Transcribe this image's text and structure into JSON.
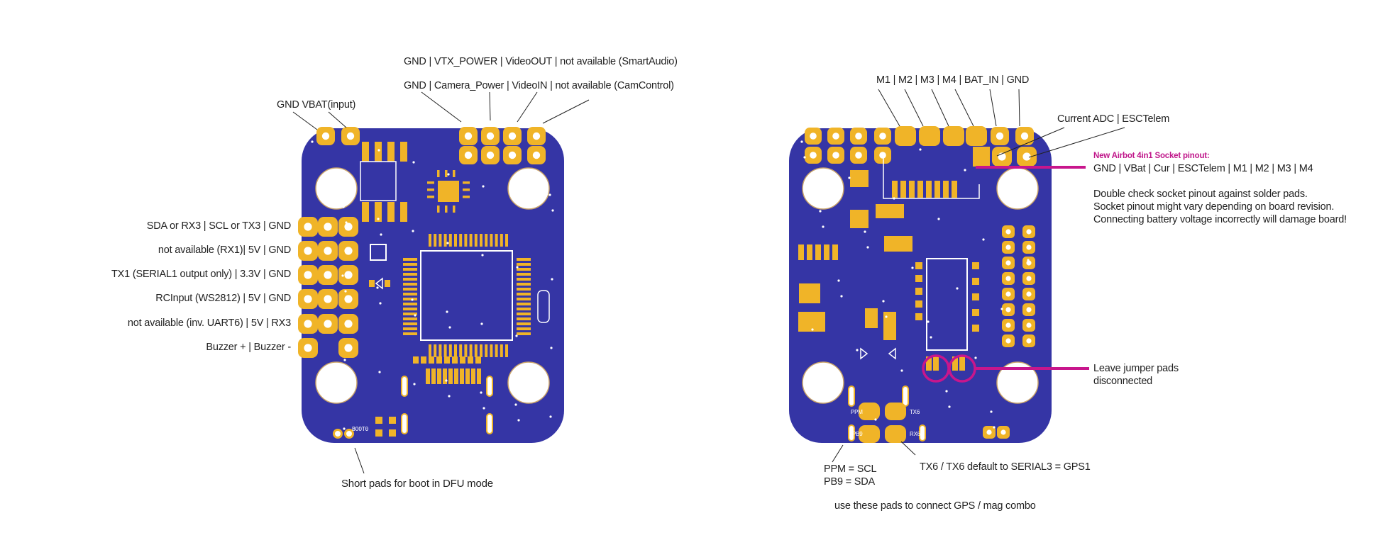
{
  "colors": {
    "board": "#3535a5",
    "pad": "#f0b428",
    "accent": "#c8168c"
  },
  "left_board": {
    "top_labels": {
      "row1": "GND |   VTX_POWER    | VideoOUT | not available (SmartAudio)",
      "row2": "GND |   Camera_Power | VideoIN    | not available (CamControl)",
      "power": "GND VBAT(input)"
    },
    "side_labels": [
      "SDA or RX3 | SCL or TX3 | GND",
      "not available (RX1)| 5V | GND",
      "TX1 (SERIAL1 output only) | 3.3V | GND",
      "RCInput (WS2812) | 5V | GND",
      "not available (inv. UART6) | 5V | RX3",
      "Buzzer + | Buzzer -"
    ],
    "silk_boot": "BOOT0",
    "boot_note": "Short pads for boot in DFU mode"
  },
  "right_board": {
    "motor_labels": "M1 | M2 | M3 | M4 | BAT_IN | GND",
    "current_label": "Current ADC | ESCTelem",
    "socket_title": "New Airbot 4in1 Socket pinout:",
    "socket_pinout": "GND | VBat | Cur | ESCTelem | M1 | M2 | M3 | M4",
    "warnings": [
      "Double check socket pinout against solder pads.",
      "Socket pinout might vary depending on board revision.",
      "Connecting battery voltage incorrectly will damage board!"
    ],
    "jumper_note": [
      "Leave jumper pads",
      "disconnected"
    ],
    "silk": {
      "ppm": "PPM",
      "tx6": "TX6",
      "pb9": "PB9",
      "rx6": "RX6"
    },
    "i2c_note": [
      "PPM =  SCL",
      "PB9 =  SDA"
    ],
    "uart_note": "TX6 / TX6 default to SERIAL3 = GPS1",
    "gps_note": "use these pads to connect GPS / mag combo"
  }
}
